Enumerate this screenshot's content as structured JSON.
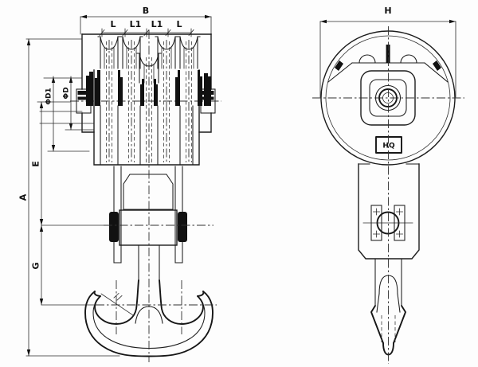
{
  "document": {
    "type": "engineering-drawing",
    "subject": "crane hook block (pulley sheave block with ramshorn hook), two orthographic views"
  },
  "front_view": {
    "dimensions": {
      "overall_width": "B",
      "sheave_pitch": [
        "L",
        "L1",
        "L1",
        "L"
      ],
      "sheave_outer_diameter": "ΦD1",
      "sheave_diameter": "ΦD",
      "axle_to_trunnion": "E",
      "overall_height": "A",
      "trunnion_to_hook": "G"
    }
  },
  "side_view": {
    "dimensions": {
      "overall_width": "H"
    },
    "nameplate_text": "HQ"
  },
  "colors": {
    "line": "#1c1c1c",
    "background": "#fdfdfd"
  }
}
